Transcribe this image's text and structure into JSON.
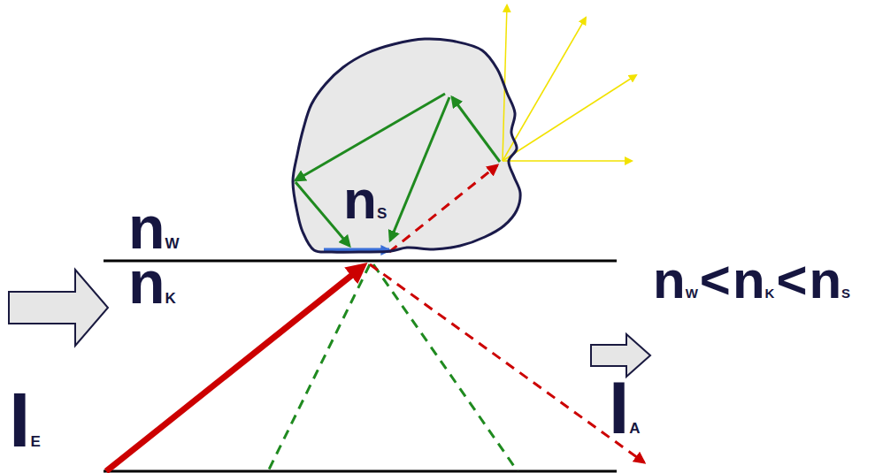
{
  "diagram": {
    "nodes": [
      {
        "text": [
          "nS"
        ]
      }
    ],
    "labels": [
      "nW",
      "nK",
      "nW",
      "<",
      "nK",
      "<",
      "nS",
      "IE",
      "IA"
    ]
  }
}
